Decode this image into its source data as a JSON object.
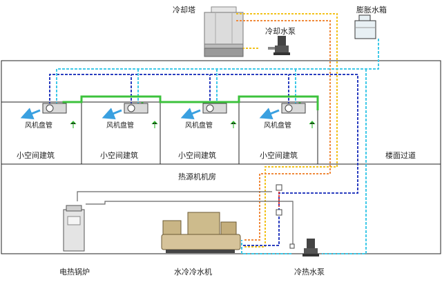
{
  "labels": {
    "cooling_tower": "冷却塔",
    "cooling_pump": "冷却水泵",
    "expansion_tank": "膨胀水箱",
    "fan_coil": "风机盘管",
    "small_building": "小空间建筑",
    "corridor": "楼面过道",
    "plant_room": "热源机机房",
    "boiler": "电热锅炉",
    "chiller": "水冷冷水机",
    "hot_cold_pump": "冷热水泵"
  },
  "colors": {
    "frame": "#222222",
    "green_pipe": "#3cc23c",
    "cyan_pipe": "#3fc9e8",
    "yellow_pipe": "#f2c21b",
    "orange_pipe": "#f08a3c",
    "blue_dash": "#2a3dbf",
    "red_dash": "#e23a3a",
    "arrow": "#3aa0e0"
  }
}
